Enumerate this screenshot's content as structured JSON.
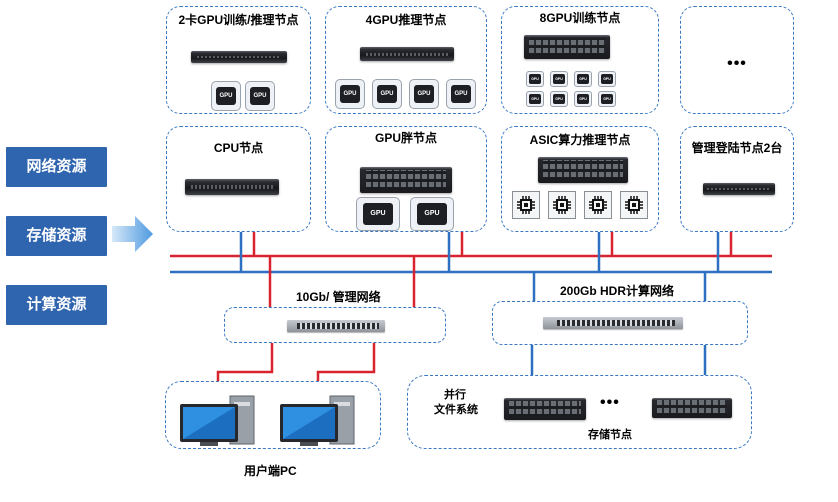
{
  "side_labels": [
    "网络资源",
    "存储资源",
    "计算资源"
  ],
  "nodes": {
    "gpu2_train": {
      "title": "2卡GPU训练/推理节点",
      "chips": [
        "GPU",
        "GPU"
      ]
    },
    "gpu4_infer": {
      "title": "4GPU推理节点",
      "chips": [
        "GPU",
        "GPU",
        "GPU",
        "GPU"
      ]
    },
    "gpu8_train": {
      "title": "8GPU训练节点",
      "chip_label": "GPU"
    },
    "more_top": {
      "title": "•••"
    },
    "cpu": {
      "title": "CPU节点"
    },
    "gpu_fat": {
      "title": "GPU胖节点",
      "chips": [
        "GPU",
        "GPU"
      ]
    },
    "asic": {
      "title": "ASIC算力推理节点"
    },
    "login": {
      "title": "管理登陆节点2台"
    }
  },
  "networks": {
    "mgmt": {
      "label": "10Gb/ 管理网络"
    },
    "hdr": {
      "label": "200Gb HDR计算网络"
    }
  },
  "user_pc": {
    "label": "用户端PC"
  },
  "storage": {
    "fs_label_line1": "并行",
    "fs_label_line2": "文件系统",
    "node_label": "存储节点",
    "dots": "•••"
  },
  "colors": {
    "side_bg": "#2f64ae",
    "box_border": "#3a78c2",
    "red_line": "#d9232e",
    "blue_line": "#2d6fc0",
    "arrow": "#5aa3e0"
  }
}
